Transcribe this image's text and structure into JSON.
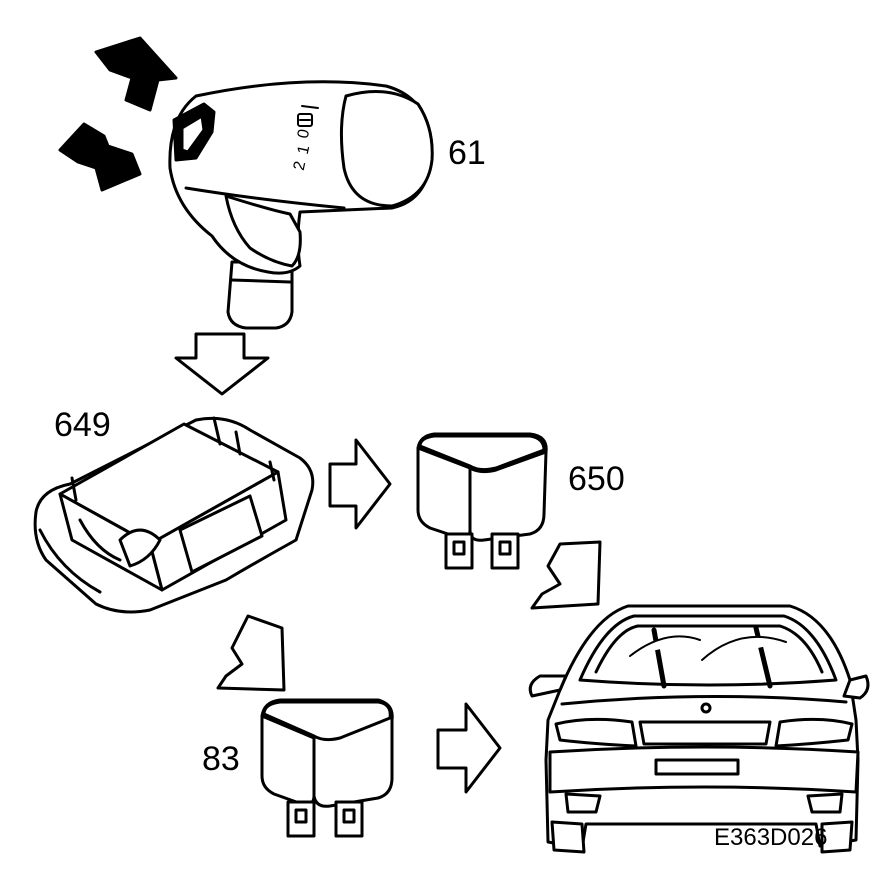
{
  "components": {
    "stalk": {
      "label": "61",
      "positions": [
        "0",
        "1",
        "2"
      ]
    },
    "control_module": {
      "label": "649"
    },
    "relay_a": {
      "label": "650"
    },
    "relay_b": {
      "label": "83"
    }
  },
  "figure_ref": "E363D026",
  "colors": {
    "line": "#000000",
    "fill": "#ffffff"
  },
  "icons": [
    "up-arrow-icon",
    "down-arrow-icon",
    "flow-arrow-icon",
    "wiper-symbol-icon"
  ]
}
